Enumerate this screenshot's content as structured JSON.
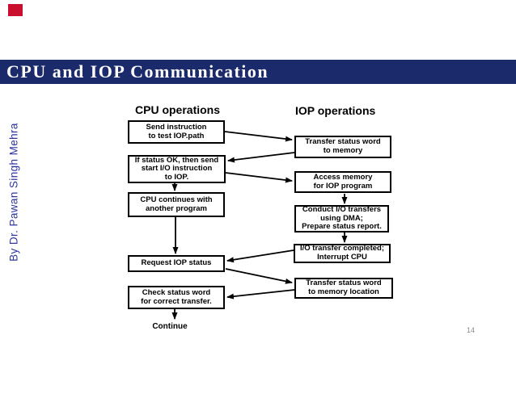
{
  "slide": {
    "title": "CPU and IOP Communication",
    "byline": "By Dr. Pawan Singh Mehra",
    "page_number": "14",
    "colors": {
      "header_bar": "#1B2A6B",
      "title_text": "#FFFFFF",
      "byline_text": "#2E35A0",
      "page_number": "#8C8C8C",
      "accent_red": "#C8102E",
      "box_border": "#000000"
    }
  },
  "diagram": {
    "cpu_column_heading": "CPU operations",
    "iop_column_heading": "IOP operations",
    "cpu_nodes": {
      "send_instruction": "Send instruction\nto test IOP.path",
      "if_status_ok": "If status OK, then send\nstart I/O instruction\nto IOP.",
      "cpu_continues": "CPU continues with\nanother program",
      "request_status": "Request IOP status",
      "check_status": "Check status word\nfor correct transfer.",
      "continue_label": "Continue"
    },
    "iop_nodes": {
      "transfer_status_word": "Transfer status word\nto memory",
      "access_memory": "Access memory\nfor IOP program",
      "conduct_io": "Conduct I/O transfers\nusing DMA;\nPrepare status report.",
      "io_completed": "I/O transfer completed;\nInterrupt CPU",
      "transfer_to_location": "Transfer status word\nto memory location"
    }
  }
}
